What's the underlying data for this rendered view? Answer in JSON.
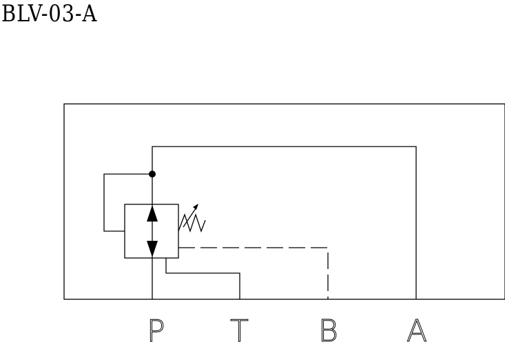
{
  "title": "BLV-03-A",
  "ports": [
    {
      "key": "P",
      "label": "P"
    },
    {
      "key": "T",
      "label": "T"
    },
    {
      "key": "B",
      "label": "B"
    },
    {
      "key": "A",
      "label": "A"
    }
  ],
  "colors": {
    "line": "#000000",
    "background": "#ffffff"
  },
  "symbol": "pressure-relief-valve-adjustable-spring"
}
